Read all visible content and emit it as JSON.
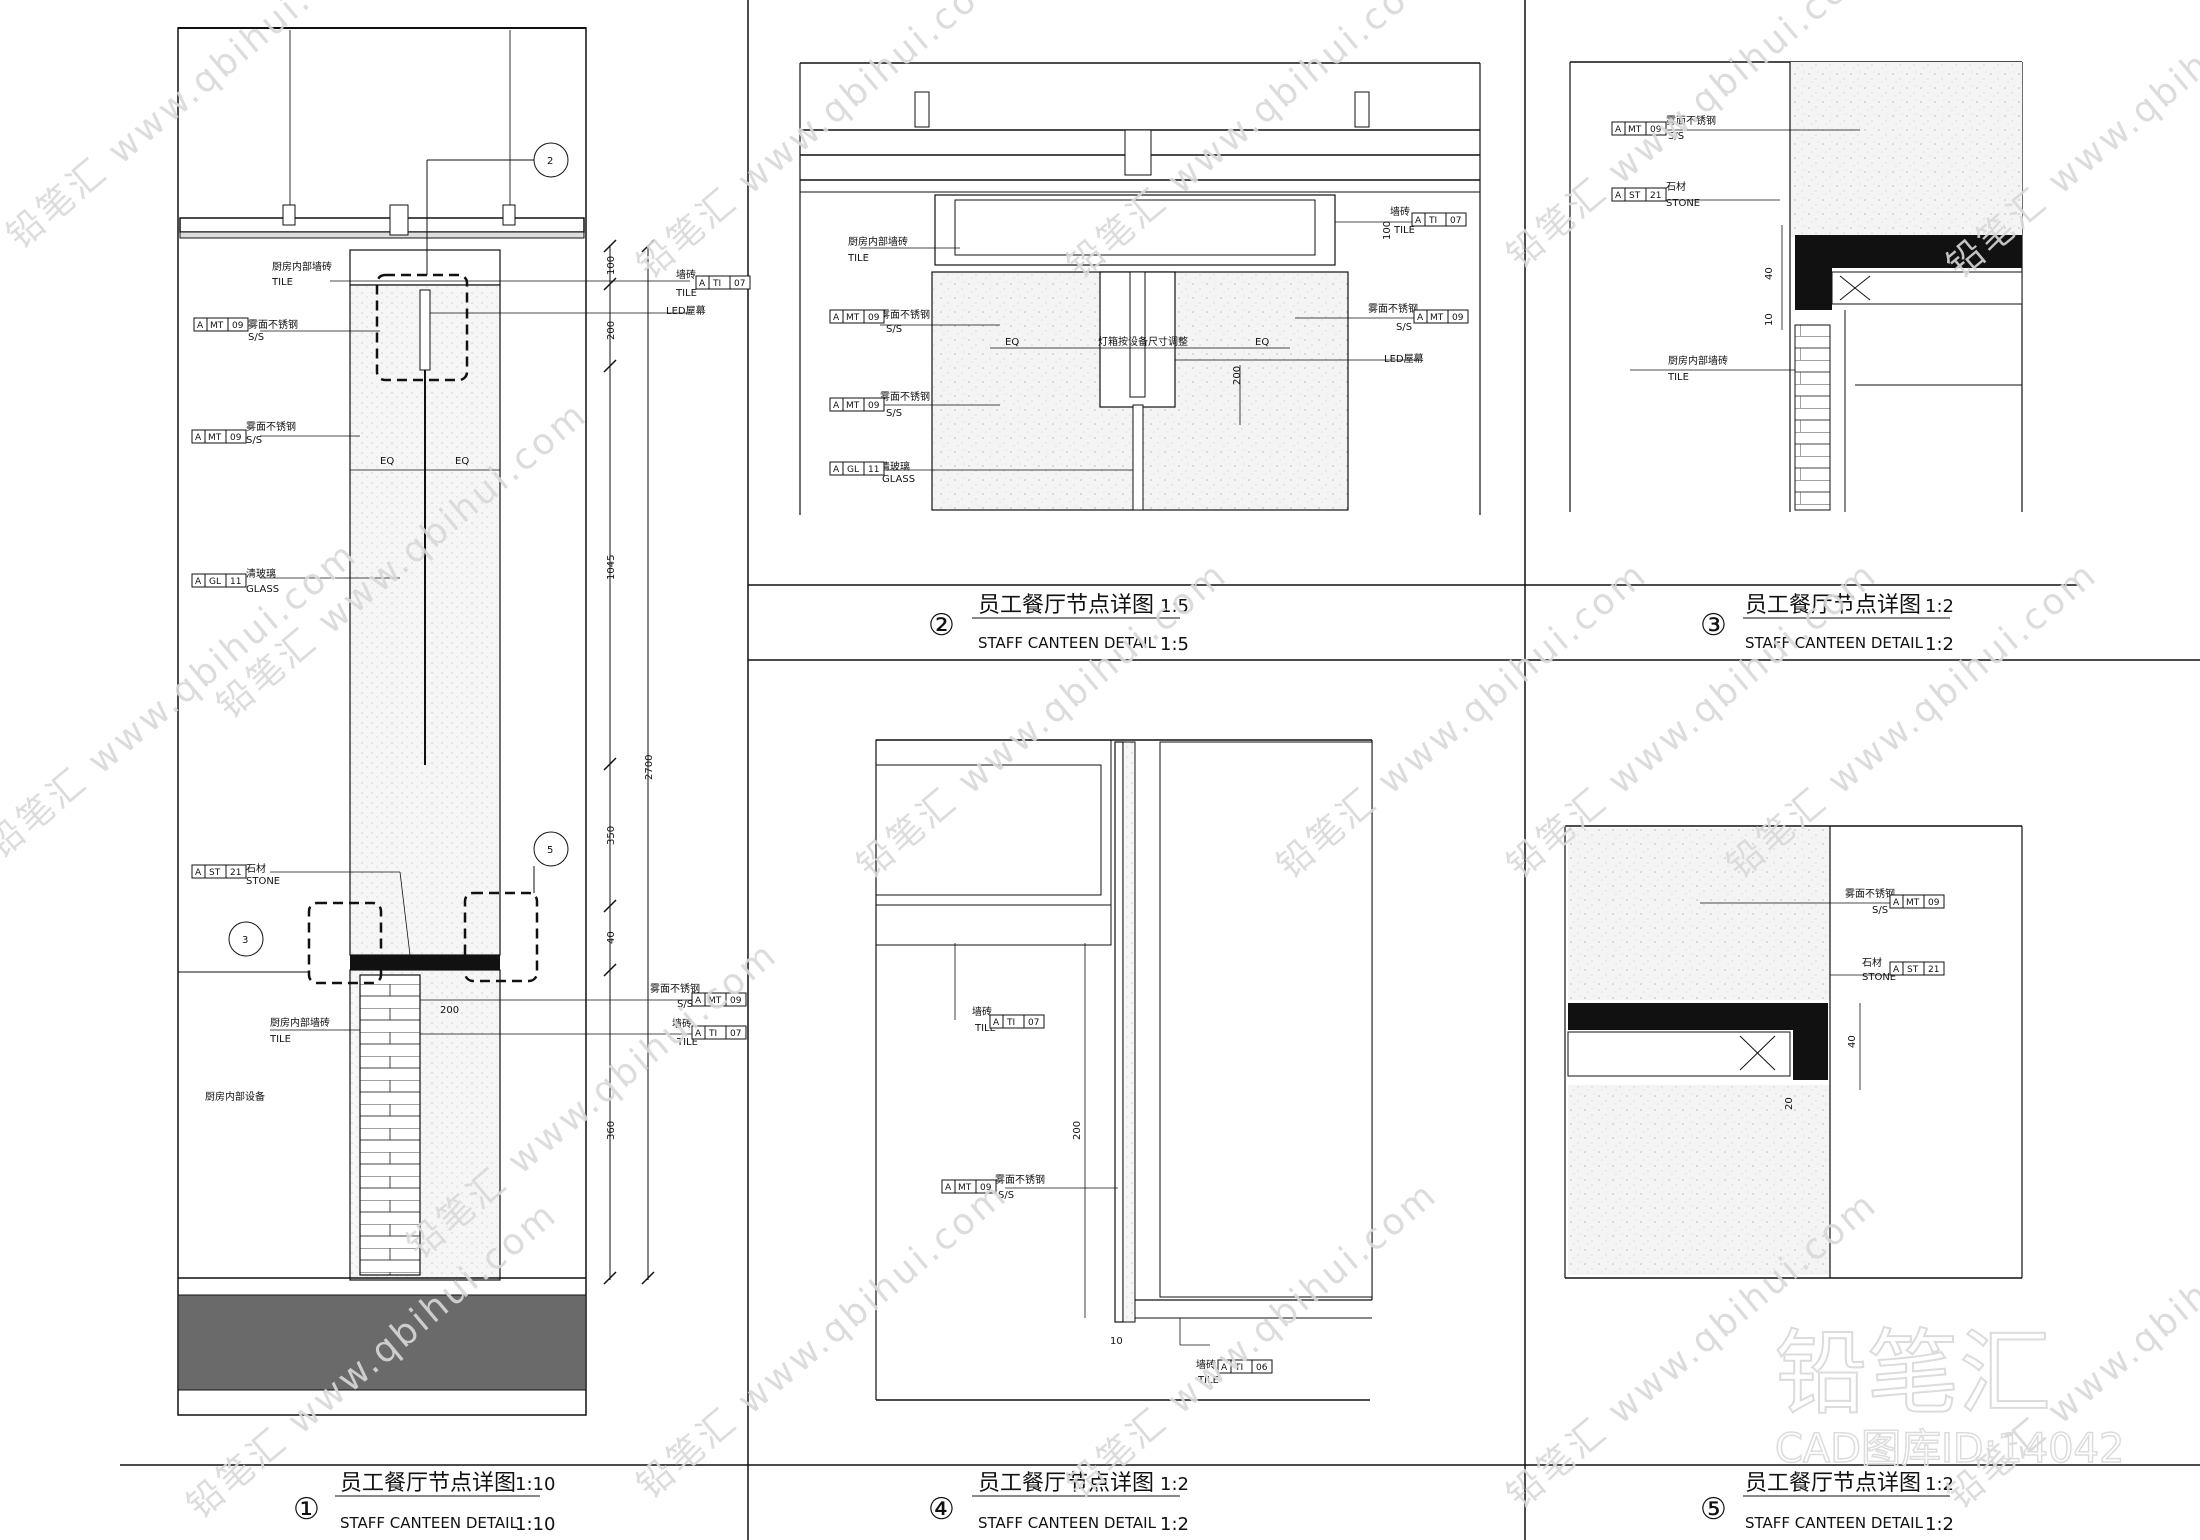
{
  "details": [
    {
      "num": "①",
      "title_cn": "员工餐厅节点详图",
      "title_en": "STAFF CANTEEN DETAIL",
      "scale": "1:10"
    },
    {
      "num": "②",
      "title_cn": "员工餐厅节点详图",
      "title_en": "STAFF CANTEEN DETAIL",
      "scale": "1:5"
    },
    {
      "num": "③",
      "title_cn": "员工餐厅节点详图",
      "title_en": "STAFF CANTEEN DETAIL",
      "scale": "1:2"
    },
    {
      "num": "④",
      "title_cn": "员工餐厅节点详图",
      "title_en": "STAFF CANTEEN DETAIL",
      "scale": "1:2"
    },
    {
      "num": "⑤",
      "title_cn": "员工餐厅节点详图",
      "title_en": "STAFF CANTEEN DETAIL",
      "scale": "1:2"
    }
  ],
  "tags": {
    "tile": {
      "a": "A",
      "b": "TI",
      "c": "07"
    },
    "tile06": {
      "a": "A",
      "b": "TI",
      "c": "06"
    },
    "ss": {
      "a": "A",
      "b": "MT",
      "c": "09"
    },
    "glass": {
      "a": "A",
      "b": "GL",
      "c": "11"
    },
    "stone": {
      "a": "A",
      "b": "ST",
      "c": "21"
    }
  },
  "labels": {
    "kitchen_tile": "厨房内部墙砖",
    "wall_tile": "墙砖",
    "tile_en": "TILE",
    "ss_cn": "雾面不锈钢",
    "ss_en": "S/S",
    "led": "LED屋幕",
    "glass_cn": "清玻璃",
    "glass_en": "GLASS",
    "stone_cn": "石材",
    "stone_en": "STONE",
    "kitchen_equip": "厨房内部设备",
    "led_box": "灯箱按设备尺寸调整",
    "eq": "EQ"
  },
  "callouts": {
    "c2": "2",
    "c3": "3",
    "c5": "5"
  },
  "dims": {
    "d100": "100",
    "d200": "200",
    "d1045": "1045",
    "d2700": "2700",
    "d350": "350",
    "d40": "40",
    "d360": "360",
    "d10": "10",
    "d20": "20"
  },
  "watermark": {
    "text": "铅笔汇 www.qbihui.com"
  },
  "brand": {
    "cn": "铅笔汇",
    "id": "CAD图库ID:14042"
  }
}
